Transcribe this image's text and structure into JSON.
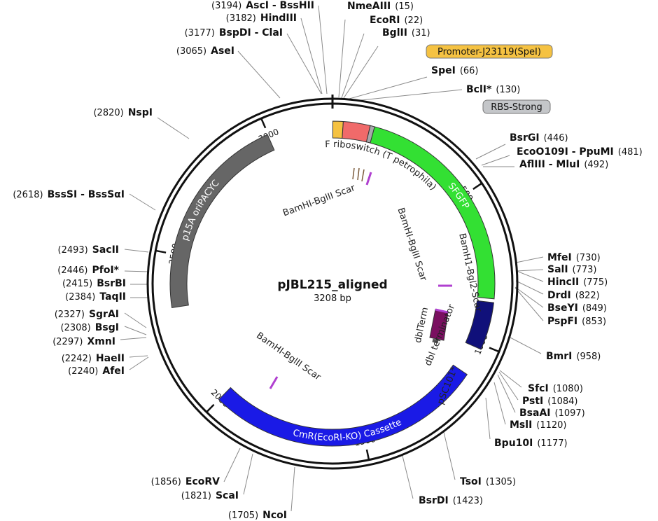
{
  "plasmid": {
    "name": "pJBL215_aligned",
    "length_label": "3208 bp",
    "length": 3208
  },
  "ticks": [
    {
      "pos": 500,
      "label": "500"
    },
    {
      "pos": 1000,
      "label": "1000"
    },
    {
      "pos": 1500,
      "label": "1500"
    },
    {
      "pos": 2000,
      "label": "2000"
    },
    {
      "pos": 2500,
      "label": "2500"
    },
    {
      "pos": 3000,
      "label": "3000"
    }
  ],
  "features": [
    {
      "name": "Promoter-J23119(SpeI)",
      "start": 1,
      "end": 34,
      "color": "#f5c242",
      "label_style": "badge"
    },
    {
      "name": "F riboswitch (T petrophila)",
      "start": 34,
      "end": 120,
      "color": "#f06a6a",
      "label_style": "arc-outside"
    },
    {
      "name": "RBS-Strong",
      "start": 120,
      "end": 134,
      "color": "#a7a9ac",
      "label_style": "badge"
    },
    {
      "name": "SFGFP",
      "start": 134,
      "end": 850,
      "color": "#33e033",
      "label_style": "in-arrow"
    },
    {
      "name": "dblTerm",
      "start": 862,
      "end": 1015,
      "color": "#10107a",
      "label_style": "arc-inside"
    },
    {
      "name": "CmR(EcoRI-KO) Cassette",
      "start": 1105,
      "end": 2000,
      "color": "#1a1ae6",
      "label_style": "in-arrow"
    },
    {
      "name": "p15A oriPACYC",
      "start": 2330,
      "end": 2998,
      "color": "#666666",
      "label_style": "in-arrow"
    }
  ],
  "inner_annotations": [
    {
      "name": "BamHI-BglII Scar",
      "pos": 40,
      "color": "#b040d0"
    },
    {
      "name": "BamH1-Bgl2-Scar",
      "pos": 830,
      "color": "#b040d0"
    },
    {
      "name": "BamHI-BglII Scar",
      "pos": 860,
      "color": "#b040d0"
    },
    {
      "name": "dbl terminator",
      "pos": 940,
      "color": "#7a1060"
    },
    {
      "name": "pSC101*",
      "pos": 1020,
      "color": "#666666"
    },
    {
      "name": "BamHI-BglII Scar",
      "pos": 2200,
      "color": "#b040d0"
    }
  ],
  "sites": [
    {
      "name": "NmeAIII",
      "pos_label": "(15)"
    },
    {
      "name": "EcoRI",
      "pos_label": "(22)"
    },
    {
      "name": "BglII",
      "pos_label": "(31)"
    },
    {
      "name": "SpeI",
      "pos_label": "(66)"
    },
    {
      "name": "BclI*",
      "pos_label": "(130)"
    },
    {
      "name": "BsrGI",
      "pos_label": "(446)"
    },
    {
      "name": "EcoO109I - PpuMI",
      "pos_label": "(481)"
    },
    {
      "name": "AflIII - MluI",
      "pos_label": "(492)"
    },
    {
      "name": "MfeI",
      "pos_label": "(730)"
    },
    {
      "name": "SalI",
      "pos_label": "(773)"
    },
    {
      "name": "HincII",
      "pos_label": "(775)"
    },
    {
      "name": "DrdI",
      "pos_label": "(822)"
    },
    {
      "name": "BseYI",
      "pos_label": "(849)"
    },
    {
      "name": "PspFI",
      "pos_label": "(853)"
    },
    {
      "name": "BmrI",
      "pos_label": "(958)"
    },
    {
      "name": "SfcI",
      "pos_label": "(1080)"
    },
    {
      "name": "PstI",
      "pos_label": "(1084)"
    },
    {
      "name": "BsaAI",
      "pos_label": "(1097)"
    },
    {
      "name": "MslI",
      "pos_label": "(1120)"
    },
    {
      "name": "Bpu10I",
      "pos_label": "(1177)"
    },
    {
      "name": "TsoI",
      "pos_label": "(1305)"
    },
    {
      "name": "BsrDI",
      "pos_label": "(1423)"
    },
    {
      "name": "NcoI",
      "pos_label": "(1705)"
    },
    {
      "name": "ScaI",
      "pos_label": "(1821)"
    },
    {
      "name": "EcoRV",
      "pos_label": "(1856)"
    },
    {
      "name": "AfeI",
      "pos_label": "(2240)"
    },
    {
      "name": "HaeII",
      "pos_label": "(2242)"
    },
    {
      "name": "XmnI",
      "pos_label": "(2297)"
    },
    {
      "name": "BsgI",
      "pos_label": "(2308)"
    },
    {
      "name": "SgrAI",
      "pos_label": "(2327)"
    },
    {
      "name": "TaqII",
      "pos_label": "(2384)"
    },
    {
      "name": "BsrBI",
      "pos_label": "(2415)"
    },
    {
      "name": "PfoI*",
      "pos_label": "(2446)"
    },
    {
      "name": "SacII",
      "pos_label": "(2493)"
    },
    {
      "name": "BssSI - BssSαI",
      "pos_label": "(2618)"
    },
    {
      "name": "NspI",
      "pos_label": "(2820)"
    },
    {
      "name": "AseI",
      "pos_label": "(3065)"
    },
    {
      "name": "BspDI - ClaI",
      "pos_label": "(3177)"
    },
    {
      "name": "HindIII",
      "pos_label": "(3182)"
    },
    {
      "name": "AscI - BssHII",
      "pos_label": "(3194)"
    }
  ]
}
